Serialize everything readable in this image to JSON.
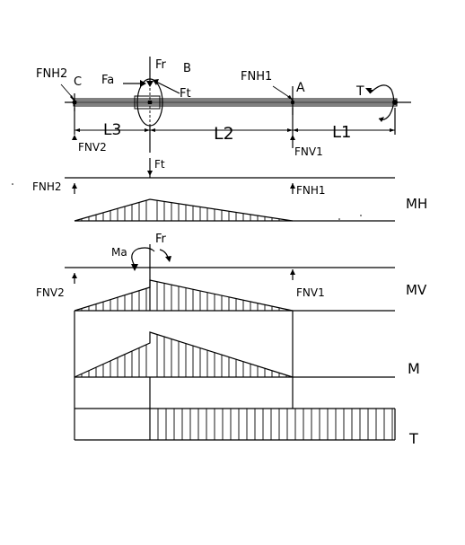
{
  "labels": {
    "fnh2_top": "FNH2",
    "c": "C",
    "fa": "Fa",
    "fr_top": "Fr",
    "b": "B",
    "ft_top": "Ft",
    "fnh1_top": "FNH1",
    "a": "A",
    "t_top": "T",
    "l3": "L3",
    "l2": "L2",
    "l1": "L1",
    "fnv2_top": "FNV2",
    "fnv1_top": "FNV1",
    "ft_mid": "Ft",
    "fnh2_mid": "FNH2",
    "fnh1_mid": "FNH1",
    "mh": "MH",
    "ma": "Ma",
    "fr_mid": "Fr",
    "fnv2_mid": "FNV2",
    "fnv1_mid": "FNV1",
    "mv": "MV",
    "m": "M",
    "t_bottom": "T"
  }
}
